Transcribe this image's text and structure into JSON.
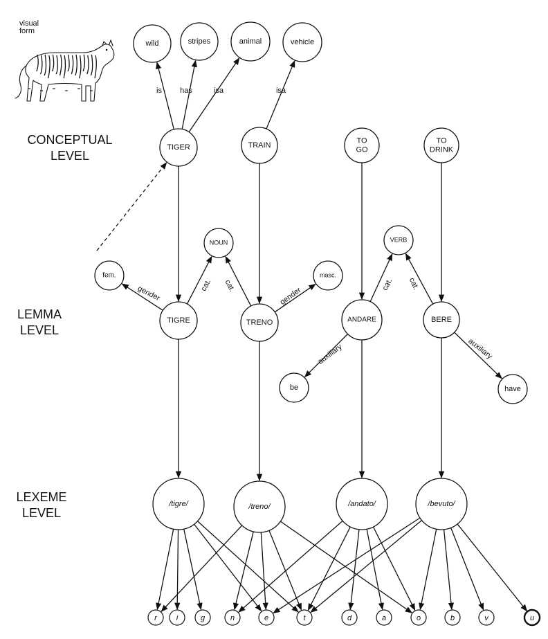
{
  "visual_form_label": [
    "visual",
    "form"
  ],
  "levels": {
    "conceptual": [
      "CONCEPTUAL",
      "LEVEL"
    ],
    "lemma": [
      "LEMMA",
      "LEVEL"
    ],
    "lexeme": [
      "LEXEME",
      "LEVEL"
    ]
  },
  "nodes": {
    "wild": [
      "wild"
    ],
    "stripes": [
      "stripes"
    ],
    "animal": [
      "animal"
    ],
    "vehicle": [
      "vehicle"
    ],
    "tiger": [
      "TIGER"
    ],
    "train": [
      "TRAIN"
    ],
    "to_go": [
      "TO",
      "GO"
    ],
    "to_drink": [
      "TO",
      "DRINK"
    ],
    "noun": [
      "NOUN"
    ],
    "verb": [
      "VERB"
    ],
    "fem": [
      "fem."
    ],
    "masc": [
      "masc."
    ],
    "tigre": [
      "TIGRE"
    ],
    "treno": [
      "TRENO"
    ],
    "andare": [
      "ANDARE"
    ],
    "bere": [
      "BERE"
    ],
    "be": [
      "be"
    ],
    "have": [
      "have"
    ],
    "lx_tigre": [
      "/tigre/"
    ],
    "lx_treno": [
      "/treno/"
    ],
    "lx_andato": [
      "/andato/"
    ],
    "lx_bevuto": [
      "/bevuto/"
    ]
  },
  "phonemes": [
    "r",
    "i",
    "g",
    "n",
    "e",
    "t",
    "d",
    "a",
    "o",
    "b",
    "v",
    "u"
  ],
  "edge_labels": {
    "is": "is",
    "has": "has",
    "isa_animal": "isa",
    "isa_vehicle": "isa",
    "gender_fem": "gender",
    "cat_tigre": "cat.",
    "cat_treno": "cat.",
    "gender_masc": "gender",
    "cat_andare": "cat.",
    "cat_bere": "cat.",
    "aux_be": "auxiliary",
    "aux_have": "auxiliary"
  }
}
